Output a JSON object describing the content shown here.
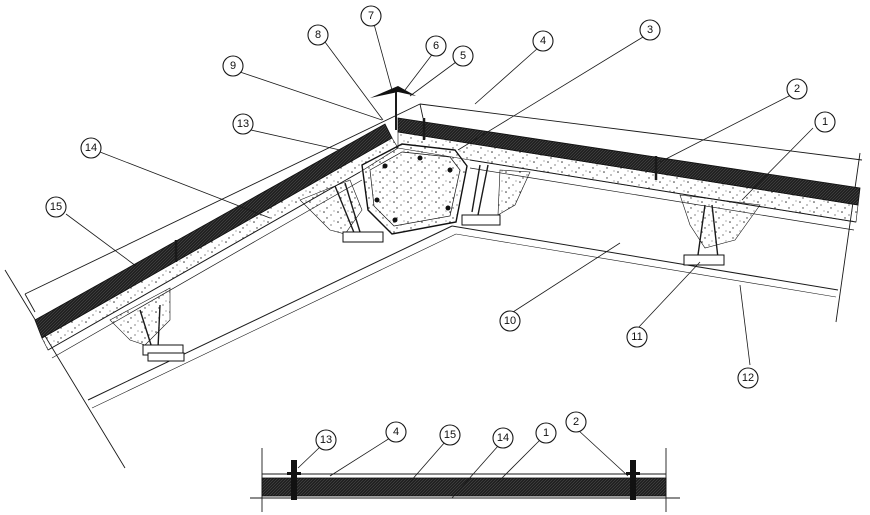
{
  "callouts_main": [
    {
      "id": "1",
      "label": "1"
    },
    {
      "id": "2",
      "label": "2"
    },
    {
      "id": "3",
      "label": "3"
    },
    {
      "id": "4",
      "label": "4"
    },
    {
      "id": "5",
      "label": "5"
    },
    {
      "id": "6",
      "label": "6"
    },
    {
      "id": "7",
      "label": "7"
    },
    {
      "id": "8",
      "label": "8"
    },
    {
      "id": "9",
      "label": "9"
    },
    {
      "id": "10",
      "label": "10"
    },
    {
      "id": "11",
      "label": "11"
    },
    {
      "id": "12",
      "label": "12"
    },
    {
      "id": "13",
      "label": "13"
    },
    {
      "id": "14",
      "label": "14"
    },
    {
      "id": "15",
      "label": "15"
    }
  ],
  "callouts_detail": [
    {
      "id": "13",
      "label": "13"
    },
    {
      "id": "4",
      "label": "4"
    },
    {
      "id": "15",
      "label": "15"
    },
    {
      "id": "14",
      "label": "14"
    },
    {
      "id": "1",
      "label": "1"
    },
    {
      "id": "2",
      "label": "2"
    }
  ],
  "colors": {
    "line": "#1a1a1a",
    "membrane": "#151515",
    "background": "#ffffff"
  }
}
